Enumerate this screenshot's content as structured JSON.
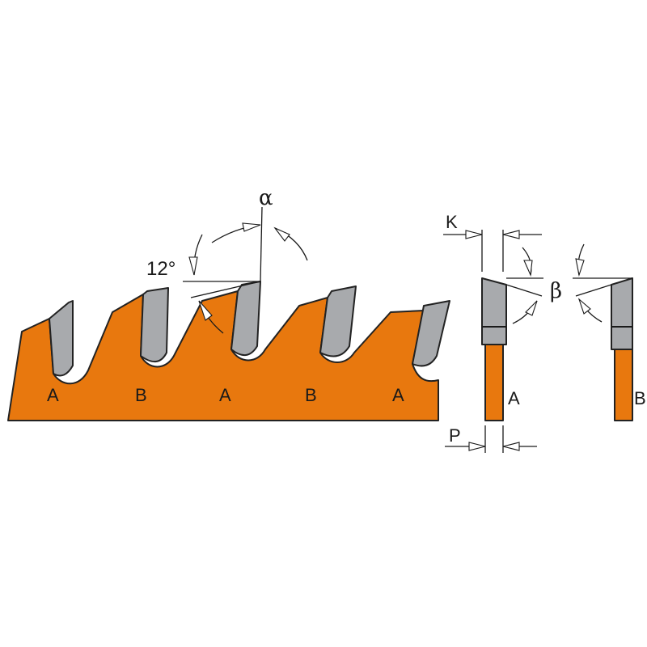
{
  "colors": {
    "blade": "#e8780e",
    "tip": "#a8aaad",
    "outline": "#222222"
  },
  "blade": {
    "tooth_labels": [
      "A",
      "B",
      "A",
      "B",
      "A"
    ]
  },
  "angles": {
    "hook_angle": "12°",
    "alpha": "α",
    "beta": "β"
  },
  "section_view": {
    "tooth_a_label": "A",
    "tooth_b_label": "B",
    "kerf_label": "K",
    "plate_label": "P"
  }
}
